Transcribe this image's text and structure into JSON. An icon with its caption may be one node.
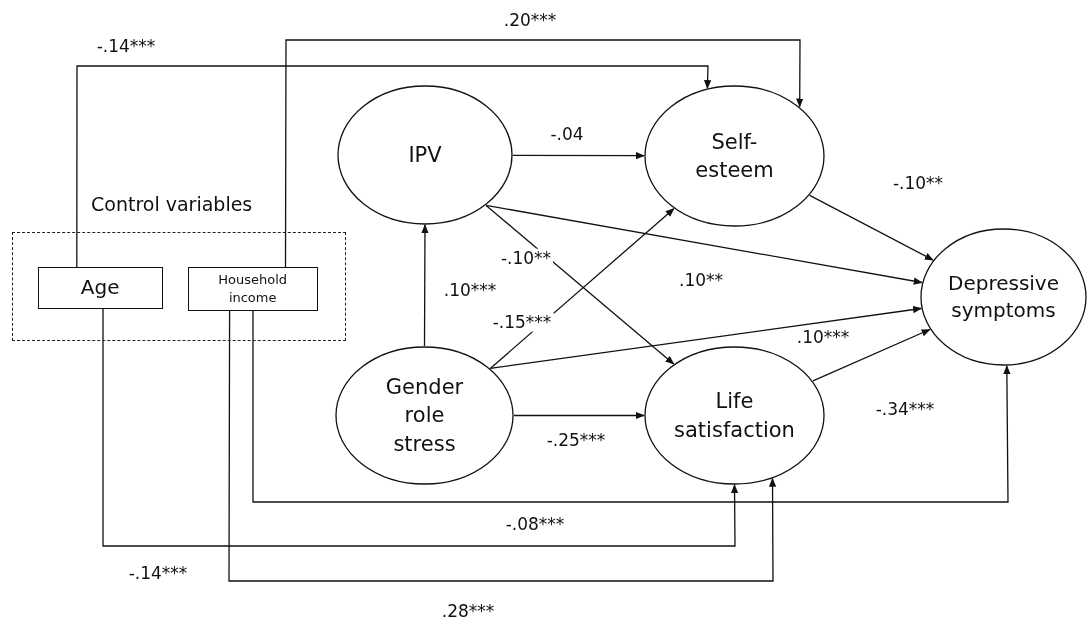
{
  "diagram": {
    "nodes": [
      {
        "text": [
          "Control variables"
        ]
      },
      {
        "text": [
          "Age"
        ],
        "in": 0
      },
      {
        "text": [
          "Household income"
        ],
        "in": 0
      },
      {
        "text": [
          "IPV"
        ]
      },
      {
        "text": [
          "Self-esteem"
        ]
      },
      {
        "text": [
          "Gender role stress"
        ]
      },
      {
        "text": [
          "Life satisfaction"
        ]
      },
      {
        "text": [
          "Depressive symptoms"
        ]
      }
    ],
    "edges": [
      {
        "from": 1,
        "to": 4,
        "arrow": "to",
        "label": "-.14***"
      },
      {
        "from": 2,
        "to": 4,
        "arrow": "to",
        "label": ".20***"
      },
      {
        "from": 3,
        "to": 4,
        "arrow": "to",
        "label": "-.04"
      },
      {
        "from": 5,
        "to": 3,
        "arrow": "to",
        "label": ".10***"
      },
      {
        "from": 3,
        "to": 6,
        "arrow": "to",
        "label": "-.10**"
      },
      {
        "from": 3,
        "to": 7,
        "arrow": "to",
        "label": ".10**"
      },
      {
        "from": 5,
        "to": 4,
        "arrow": "to",
        "label": "-.15***"
      },
      {
        "from": 5,
        "to": 7,
        "arrow": "to",
        "label": ".10***"
      },
      {
        "from": 5,
        "to": 6,
        "arrow": "to",
        "label": "-.25***"
      },
      {
        "from": 4,
        "to": 7,
        "arrow": "to",
        "label": "-.10**"
      },
      {
        "from": 6,
        "to": 7,
        "arrow": "to",
        "label": "-.34***"
      },
      {
        "from": 2,
        "to": 7,
        "arrow": "to",
        "label": "-.08***"
      },
      {
        "from": 1,
        "to": 6,
        "arrow": "to",
        "label": "-.14***"
      },
      {
        "from": 2,
        "to": 6,
        "arrow": "to",
        "label": ".28***"
      }
    ]
  }
}
